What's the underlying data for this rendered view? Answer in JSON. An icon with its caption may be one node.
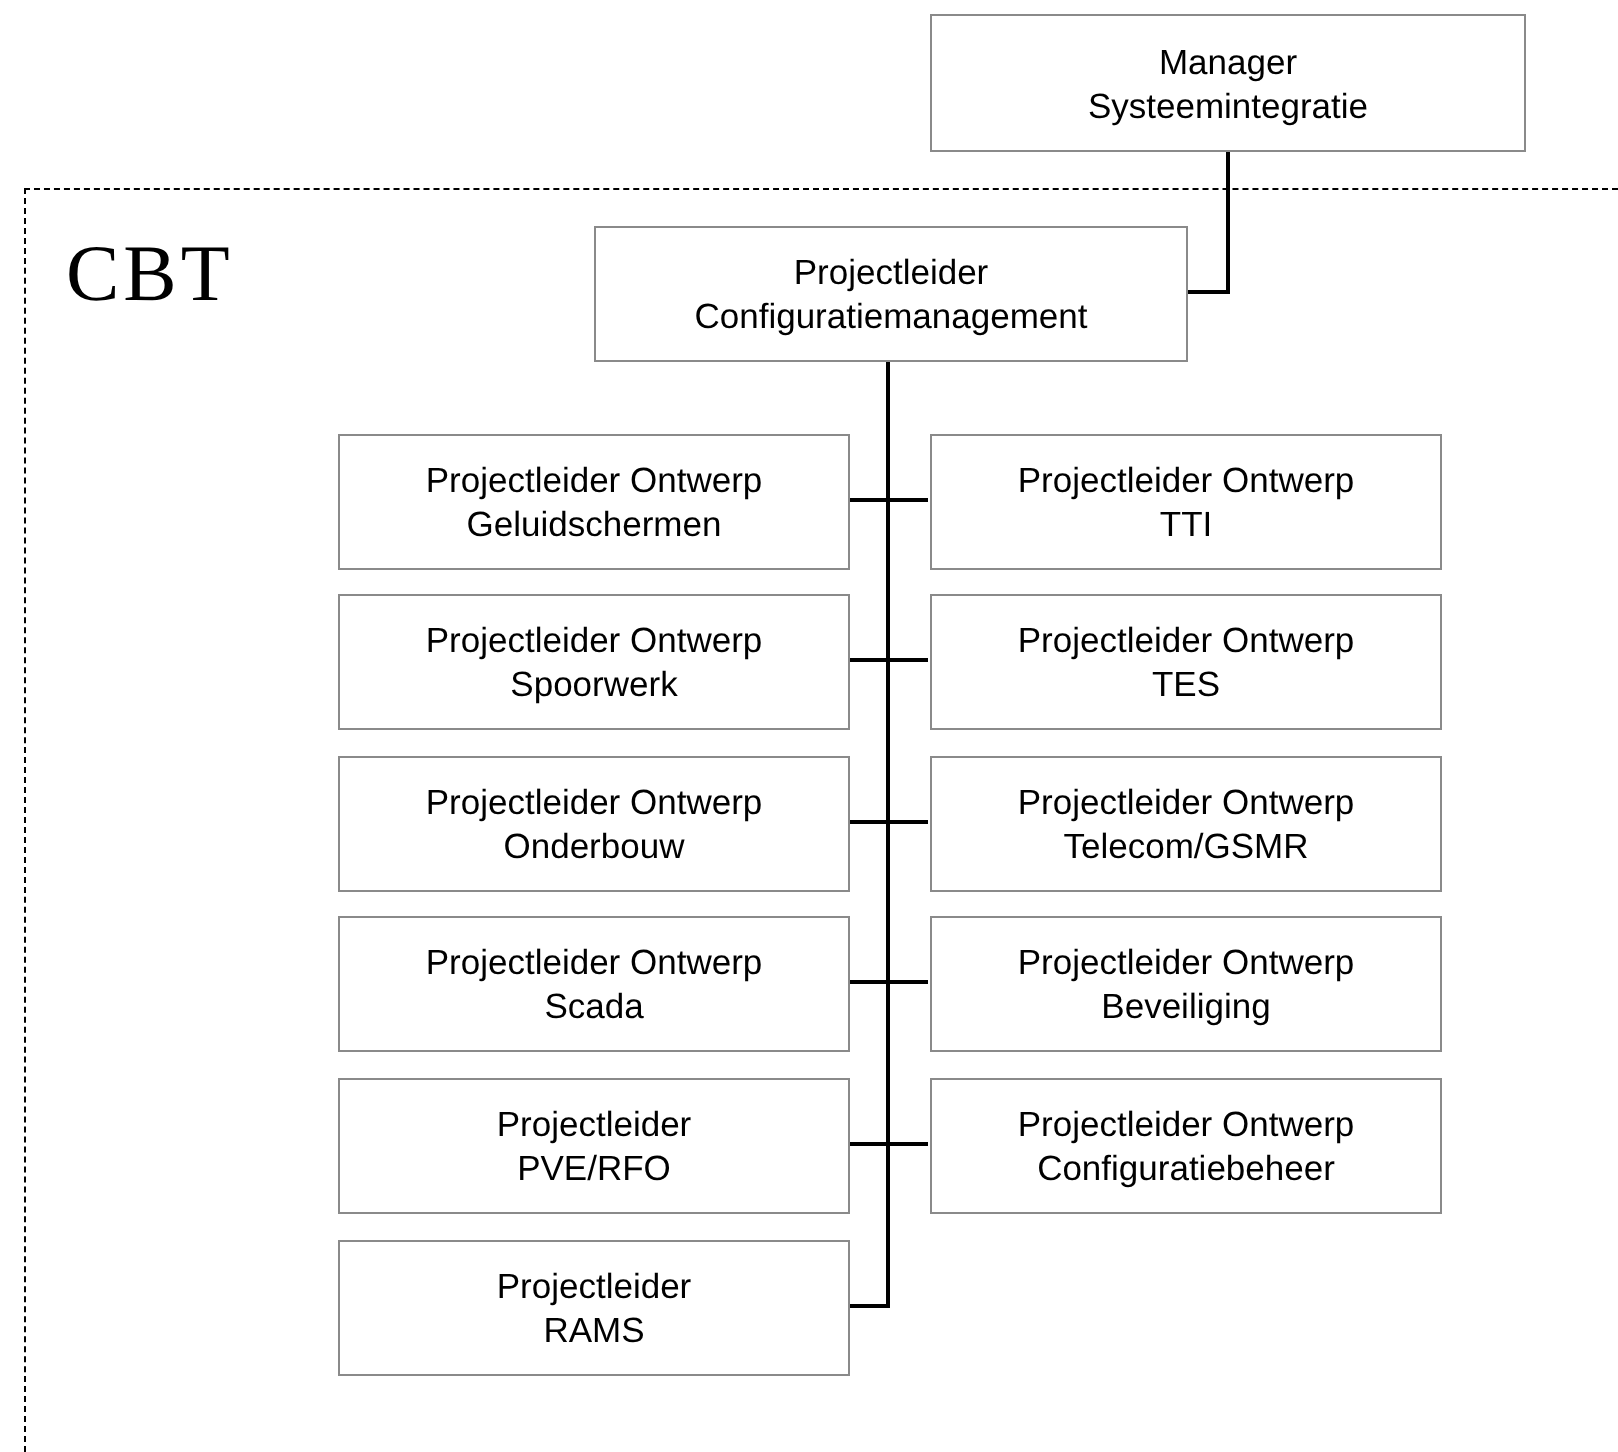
{
  "diagram": {
    "nodes": [
      {
        "text": [
          "Manager Systeemintegratie"
        ]
      },
      {
        "text": [
          "CBT"
        ]
      },
      {
        "text": [
          "Projectleider Configuratiemanagement"
        ],
        "in": 1
      },
      {
        "text": [
          "Projectleider Ontwerp Geluidschermen"
        ],
        "in": 1
      },
      {
        "text": [
          "Projectleider Ontwerp TTI"
        ],
        "in": 1
      },
      {
        "text": [
          "Projectleider Ontwerp Spoorwerk"
        ],
        "in": 1
      },
      {
        "text": [
          "Projectleider Ontwerp TES"
        ],
        "in": 1
      },
      {
        "text": [
          "Projectleider Ontwerp Onderbouw"
        ],
        "in": 1
      },
      {
        "text": [
          "Projectleider Ontwerp Telecom/GSMR"
        ],
        "in": 1
      },
      {
        "text": [
          "Projectleider Ontwerp Scada"
        ],
        "in": 1
      },
      {
        "text": [
          "Projectleider Ontwerp Beveiliging"
        ],
        "in": 1
      },
      {
        "text": [
          "Projectleider PVE/RFO"
        ],
        "in": 1
      },
      {
        "text": [
          "Projectleider Ontwerp Configuratiebeheer"
        ],
        "in": 1
      },
      {
        "text": [
          "Projectleider RAMS"
        ],
        "in": 1
      }
    ],
    "edges": [
      {
        "from": 0,
        "to": 2,
        "arrow": "none"
      },
      {
        "from": 2,
        "to": 3,
        "arrow": "none"
      },
      {
        "from": 2,
        "to": 4,
        "arrow": "none"
      },
      {
        "from": 2,
        "to": 5,
        "arrow": "none"
      },
      {
        "from": 2,
        "to": 6,
        "arrow": "none"
      },
      {
        "from": 2,
        "to": 7,
        "arrow": "none"
      },
      {
        "from": 2,
        "to": 8,
        "arrow": "none"
      },
      {
        "from": 2,
        "to": 9,
        "arrow": "none"
      },
      {
        "from": 2,
        "to": 10,
        "arrow": "none"
      },
      {
        "from": 2,
        "to": 11,
        "arrow": "none"
      },
      {
        "from": 2,
        "to": 12,
        "arrow": "none"
      },
      {
        "from": 2,
        "to": 13,
        "arrow": "none"
      }
    ]
  }
}
